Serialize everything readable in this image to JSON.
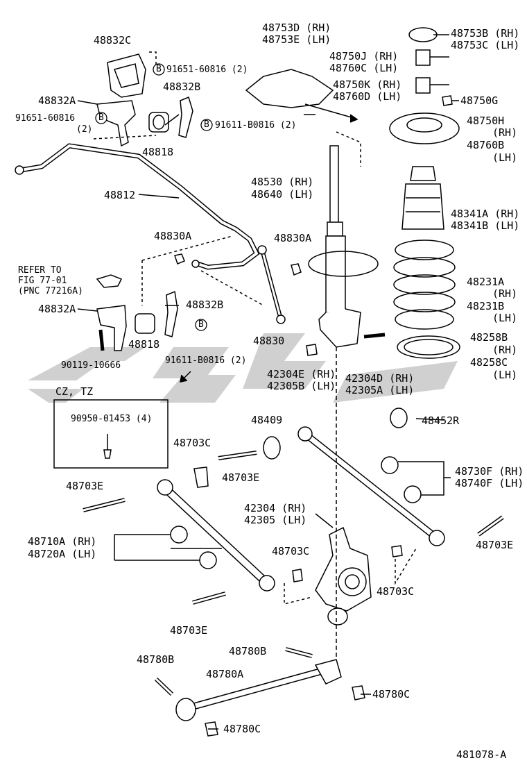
{
  "labels": {
    "l48832C": "48832C",
    "l91651_top": "91651-60816 (2)",
    "l48832B_top": "48832B",
    "l48832A_top": "48832A",
    "l91651_left": "91651-60816",
    "l91651_left_qty": "(2)",
    "l91611_top": "91611-B0816 (2)",
    "l48818_top": "48818",
    "l48812": "48812",
    "l48753D": "48753D (RH)",
    "l48753E": "48753E (LH)",
    "l48753B": "48753B (RH)",
    "l48753C": "48753C (LH)",
    "l48750J": "48750J (RH)",
    "l48760C": "48760C (LH)",
    "l48750K": "48750K (RH)",
    "l48760D": "48760D (LH)",
    "l48750G": "48750G",
    "l48750H": "48750H",
    "l48750H_rh": "(RH)",
    "l48760B": "48760B",
    "l48760B_lh": "(LH)",
    "l48530": "48530 (RH)",
    "l48640": "48640 (LH)",
    "l48341A": "48341A (RH)",
    "l48341B": "48341B (LH)",
    "l48830A_l": "48830A",
    "l48830A_r": "48830A",
    "l48231A": "48231A",
    "l48231A_rh": "(RH)",
    "l48231B": "48231B",
    "l48231B_lh": "(LH)",
    "refer1": "REFER TO",
    "refer2": "FIG 77-01",
    "refer3": "(PNC 77216A)",
    "l48832A_mid": "48832A",
    "l48832B_mid": "48832B",
    "l48818_mid": "48818",
    "l48830": "48830",
    "l48258B": "48258B",
    "l48258B_rh": "(RH)",
    "l48258C": "48258C",
    "l48258C_lh": "(LH)",
    "l90119": "90119-10666",
    "l91611_mid": "91611-B0816 (2)",
    "l42304E": "42304E (RH)",
    "l42305B": "42305B (LH)",
    "l42304D": "42304D (RH)",
    "l42305A": "42305A (LH)",
    "cz_tz": "CZ, TZ",
    "l90950": "90950-01453 (4)",
    "l48409": "48409",
    "l48452R": "48452R",
    "l48703C_top": "48703C",
    "l48703E_mid": "48703E",
    "l48730F": "48730F (RH)",
    "l48740F": "48740F (LH)",
    "l48703E_left": "48703E",
    "l42304": "42304 (RH)",
    "l42305": "42305 (LH)",
    "l48710A": "48710A (RH)",
    "l48720A": "48720A (LH)",
    "l48703C_mid": "48703C",
    "l48703E_right": "48703E",
    "l48703C_right": "48703C",
    "l48703E_bot": "48703E",
    "l48780B_left": "48780B",
    "l48780B_mid": "48780B",
    "l48780A": "48780A",
    "l48780C_r": "48780C",
    "l48780C_b": "48780C",
    "figure_id": "481078-A",
    "marker_b": "B"
  },
  "colors": {
    "ink": "#000000",
    "watermark": "#c8c8c8"
  }
}
